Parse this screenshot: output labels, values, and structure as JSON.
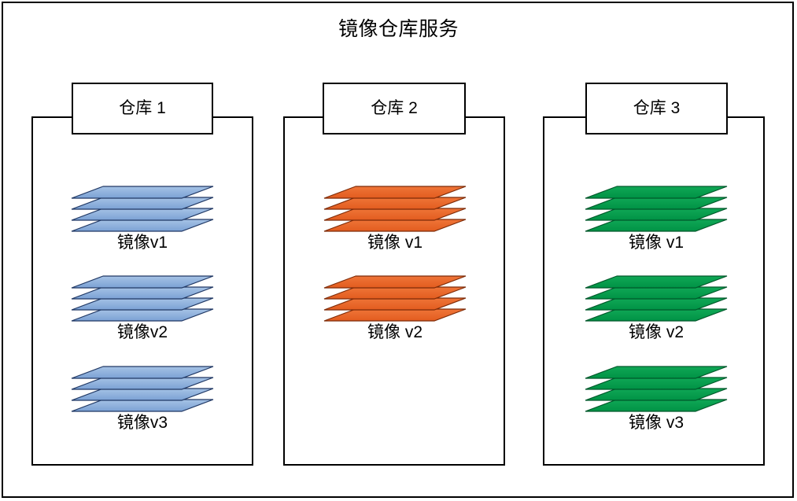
{
  "diagram": {
    "title": "镜像仓库服务",
    "frame_color": "#000000",
    "background": "#ffffff"
  },
  "palette": {
    "blue_light": "#9CBCE2",
    "blue_dark": "#7CA2D4",
    "blue_stroke": "#2F4E78",
    "orange_light": "#EE7234",
    "orange_dark": "#E35C20",
    "orange_stroke": "#7E2B08",
    "green_light": "#0FA553",
    "green_dark": "#009245",
    "green_stroke": "#00582A",
    "outline": "#000000"
  },
  "repositories": [
    {
      "id": "repo-1",
      "header": "仓库 1",
      "color_key": "blue",
      "images": [
        {
          "label": "镜像v1",
          "layers": 4
        },
        {
          "label": "镜像v2",
          "layers": 4
        },
        {
          "label": "镜像v3",
          "layers": 4
        }
      ]
    },
    {
      "id": "repo-2",
      "header": "仓库 2",
      "color_key": "orange",
      "images": [
        {
          "label": "镜像 v1",
          "layers": 4
        },
        {
          "label": "镜像 v2",
          "layers": 4
        }
      ]
    },
    {
      "id": "repo-3",
      "header": "仓库 3",
      "color_key": "green",
      "images": [
        {
          "label": "镜像 v1",
          "layers": 4
        },
        {
          "label": "镜像 v2",
          "layers": 4
        },
        {
          "label": "镜像 v3",
          "layers": 4
        }
      ]
    }
  ]
}
